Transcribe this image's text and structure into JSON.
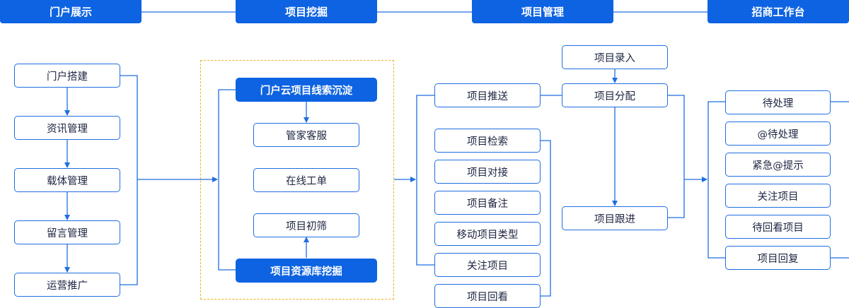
{
  "colors": {
    "primary": "#0d63e1",
    "line": "#1f6ee0",
    "text": "#1d2540",
    "dashed_border": "#f0b323"
  },
  "headers": [
    "门户展示",
    "项目挖掘",
    "项目管理",
    "招商工作台"
  ],
  "portal": {
    "items": [
      "门户搭建",
      "资讯管理",
      "载体管理",
      "留言管理",
      "运营推广"
    ]
  },
  "mining": {
    "top": "门户云项目线索沉淀",
    "items": [
      "管家客服",
      "在线工单",
      "项目初筛"
    ],
    "bottom": "项目资源库挖掘"
  },
  "management": {
    "list": [
      "项目推送",
      "项目检索",
      "项目对接",
      "项目备注",
      "移动项目类型",
      "关注项目",
      "项目回看"
    ],
    "entry": "项目录入",
    "assign": "项目分配",
    "follow": "项目跟进"
  },
  "workbench": {
    "items": [
      "待处理",
      "@待处理",
      "紧急@提示",
      "关注项目",
      "待回看项目",
      "项目回复"
    ]
  }
}
